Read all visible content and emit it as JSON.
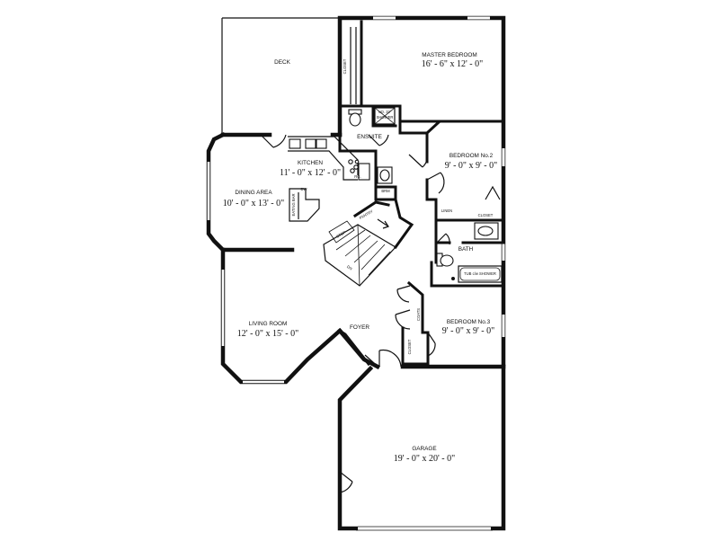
{
  "rooms": {
    "deck": {
      "name": "DECK"
    },
    "master_bedroom": {
      "name": "MASTER BEDROOM",
      "dims": "16' - 6\" x 12' - 0\""
    },
    "ensuite": {
      "name": "ENSUITE"
    },
    "bedroom2": {
      "name": "BEDROOM No.2",
      "dims": "9' - 0\" x 9' - 0\""
    },
    "kitchen": {
      "name": "KITCHEN",
      "dims": "11' - 0\" x 12' - 0\""
    },
    "dining": {
      "name": "DINING AREA",
      "dims": "10' - 0\" x 13' - 0\""
    },
    "bath": {
      "name": "BATH"
    },
    "living": {
      "name": "LIVING ROOM",
      "dims": "12' - 0\" x 15' - 0\""
    },
    "foyer": {
      "name": "FOYER"
    },
    "bedroom3": {
      "name": "BEDROOM No.3",
      "dims": "9' - 0\" x 9' - 0\""
    },
    "garage": {
      "name": "GARAGE",
      "dims": "19' - 0\" x 20' - 0\""
    }
  },
  "labels": {
    "closet_master": "CLOSET",
    "shower": "SHOWER",
    "shower_note": "NO. 32\"",
    "closet_bed2": "CLOSET",
    "linen": "LINEN",
    "tub": "TUB c/w SHOWER",
    "coats": "COATS",
    "closet_bed3": "CLOSET",
    "pantry": "PANTRY",
    "dw": "DW",
    "eating_bar": "EATING BAR",
    "rg": "RG.",
    "brm": "BRM",
    "step": "STEP",
    "dn": "DN"
  }
}
